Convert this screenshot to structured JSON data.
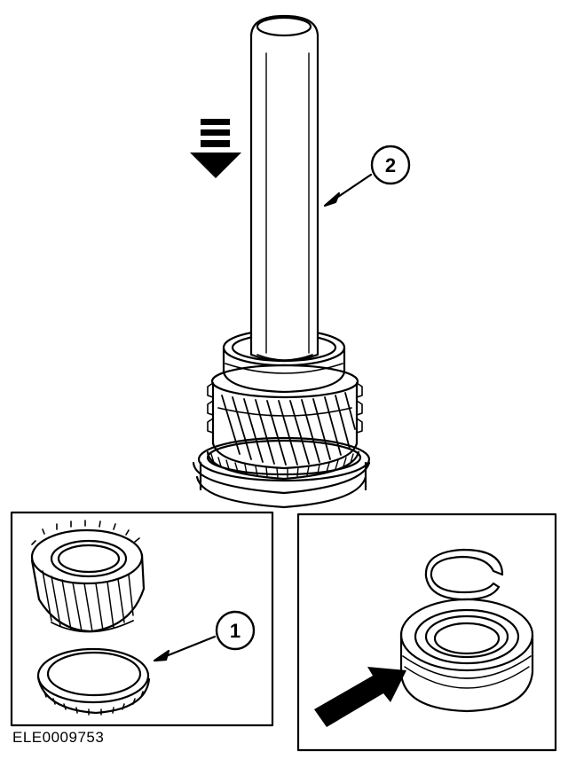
{
  "figure": {
    "id_code": "ELE0009753",
    "line_color": "#000000",
    "background": "#ffffff",
    "callouts": [
      {
        "number": "1",
        "label": "synchronizer-ring"
      },
      {
        "number": "2",
        "label": "driver-tool"
      }
    ],
    "panels": [
      {
        "name": "gear-and-ring-detail"
      },
      {
        "name": "bearing-and-snap-ring-detail"
      }
    ],
    "direction_arrow": "push-down"
  }
}
